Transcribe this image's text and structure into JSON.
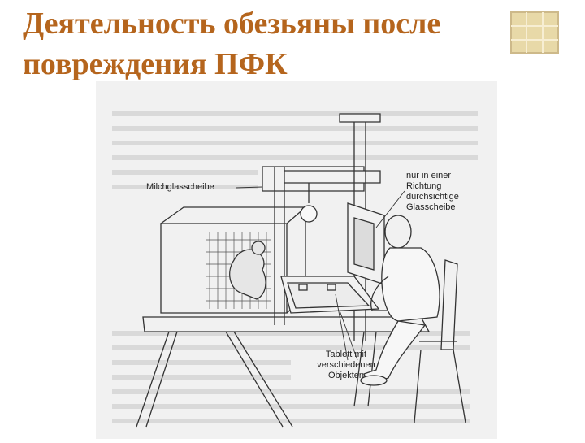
{
  "slide": {
    "title_line1": "Деятельность обезьяны после",
    "title_line2": "повреждения ПФК"
  },
  "figure": {
    "label_glass": "Milchglasscheibe",
    "label_oneway": [
      "nur in einer",
      "Richtung",
      "durchsichtige",
      "Glasscheibe"
    ],
    "label_tray": [
      "Tablett mit",
      "verschiedenen",
      "Objekten"
    ]
  },
  "colors": {
    "title": "#b5651d",
    "logo": "#e8d9a8"
  }
}
